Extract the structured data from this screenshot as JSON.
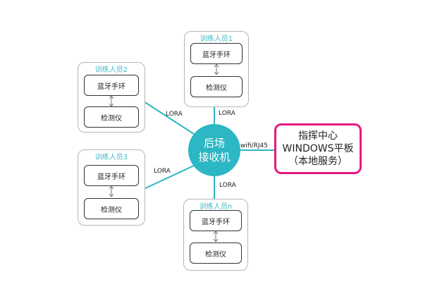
{
  "groups": [
    {
      "title": "训练人员1",
      "device_top": "蓝牙手环",
      "device_bottom": "检测仪"
    },
    {
      "title": "训练人员2",
      "device_top": "蓝牙手环",
      "device_bottom": "检测仪"
    },
    {
      "title": "训练人员3",
      "device_top": "蓝牙手环",
      "device_bottom": "检测仪"
    },
    {
      "title": "训练人员n",
      "device_top": "蓝牙手环",
      "device_bottom": "检测仪"
    }
  ],
  "hub": {
    "line1": "后场",
    "line2": "接收机"
  },
  "command_center": {
    "line1": "指挥中心",
    "line2": "WINDOWS平板",
    "line3": "（本地服务）"
  },
  "links": {
    "lora": "LORA",
    "wifi": "wifi/RJ45"
  },
  "colors": {
    "hub": "#2bb7c3",
    "connector": "#2bb7c3",
    "group_title": "#3fb8c6",
    "center_border": "#e6187e"
  }
}
